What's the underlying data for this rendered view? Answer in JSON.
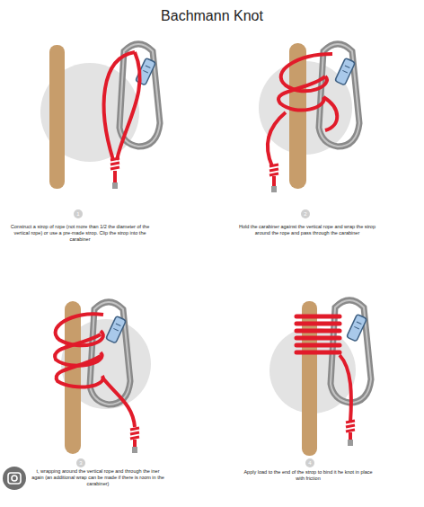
{
  "diagram": {
    "title": "Bachmann Knot",
    "nodes": [
      {
        "text": [
          "1"
        ]
      },
      {
        "text": [
          "2"
        ]
      },
      {
        "text": [
          "3"
        ]
      },
      {
        "text": [
          "4"
        ]
      }
    ],
    "labels": [
      "Construct a strop of rope (not more than 1/2 the diameter of the vertical rope) or use a pre-made strop. Clip the strop into the carabiner",
      "Hold the carabiner against the vertical rope and wrap the strop around the rope and pass through the carabiner",
      "t, wrapping around the vertical rope and through the iner again (an additional wrap can be made if there is room in the carabiner)",
      "Apply load to the end of the strop to bind it he knot in place with friction"
    ]
  }
}
